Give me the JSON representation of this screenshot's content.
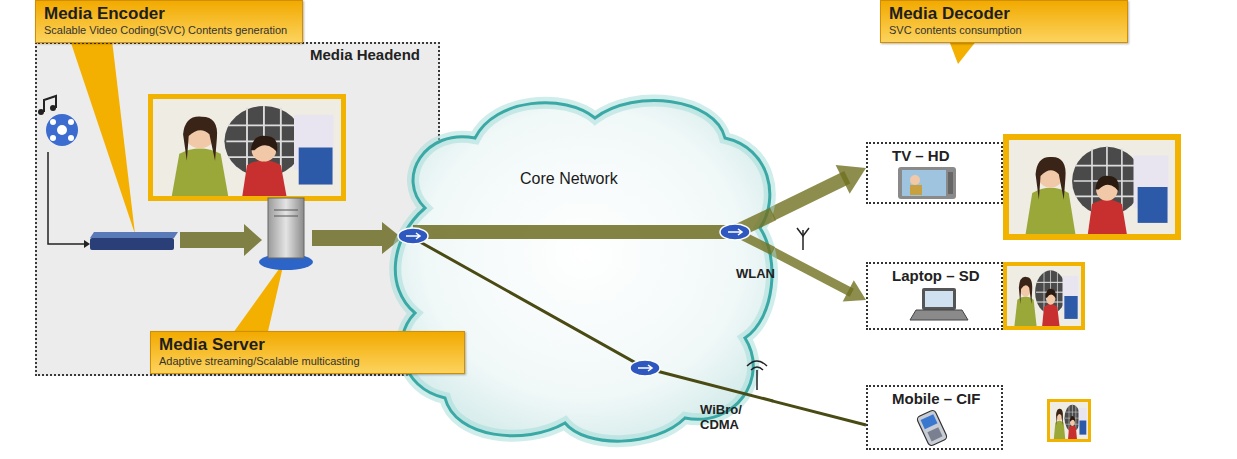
{
  "diagram": {
    "nodes": [
      {
        "text": [
          "Media Encoder",
          "Scalable Video Coding(SVC) Contents generation"
        ]
      },
      {
        "text": [
          "Media Headend"
        ]
      },
      {
        "text": [
          "Media Server",
          "Adaptive streaming/Scalable multicasting"
        ]
      },
      {
        "text": [
          "Core Network"
        ]
      },
      {
        "text": [
          "Media Decoder",
          "SVC contents consumption"
        ]
      },
      {
        "text": [
          "TV – HD"
        ]
      },
      {
        "text": [
          "Laptop – SD"
        ]
      },
      {
        "text": [
          "Mobile – CIF"
        ]
      }
    ],
    "edges": [
      {
        "from": 3,
        "to": 5,
        "arrow": "to"
      },
      {
        "from": 3,
        "to": 6,
        "arrow": "to",
        "label": "WLAN"
      },
      {
        "from": 3,
        "to": 7,
        "arrow": "none",
        "label": "WiBro/ CDMA"
      }
    ]
  }
}
